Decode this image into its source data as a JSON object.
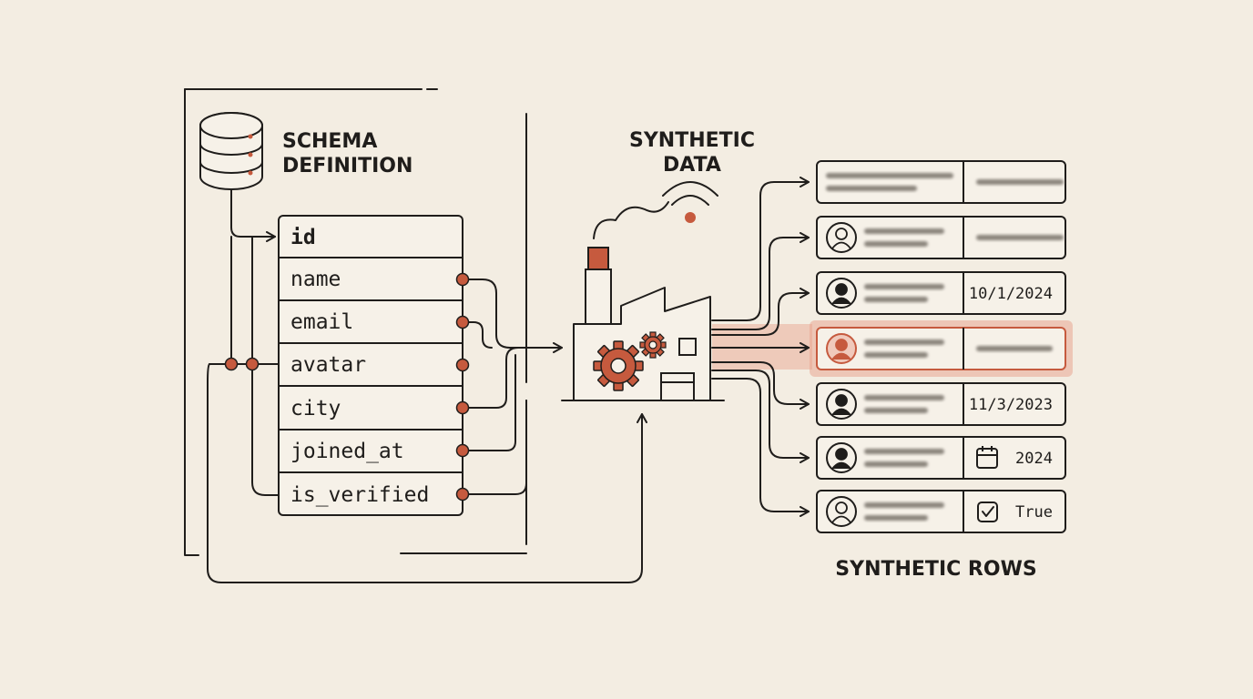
{
  "schema": {
    "title_line1": "SCHEMA",
    "title_line2": "DEFINITION",
    "fields": [
      "id",
      "name",
      "email",
      "avatar",
      "city",
      "joined_at",
      "is_verified"
    ]
  },
  "factory": {
    "title_line1": "SYNTHETIC",
    "title_line2": "DATA"
  },
  "rows": {
    "title": "SYNTHETIC ROWS",
    "items": [
      {
        "avatar": "none",
        "value": ""
      },
      {
        "avatar": "light",
        "value": ""
      },
      {
        "avatar": "dark",
        "value": "10/1/2024"
      },
      {
        "avatar": "accent",
        "value": "",
        "highlight": true
      },
      {
        "avatar": "dark",
        "value": "11/3/2023"
      },
      {
        "avatar": "dark",
        "value": "2024",
        "icon": "calendar-icon"
      },
      {
        "avatar": "light",
        "value": "True",
        "icon": "checkbox-icon"
      }
    ]
  },
  "colors": {
    "accent": "#c65a3e",
    "ink": "#1f1d1b",
    "paper": "#f3ede2"
  }
}
